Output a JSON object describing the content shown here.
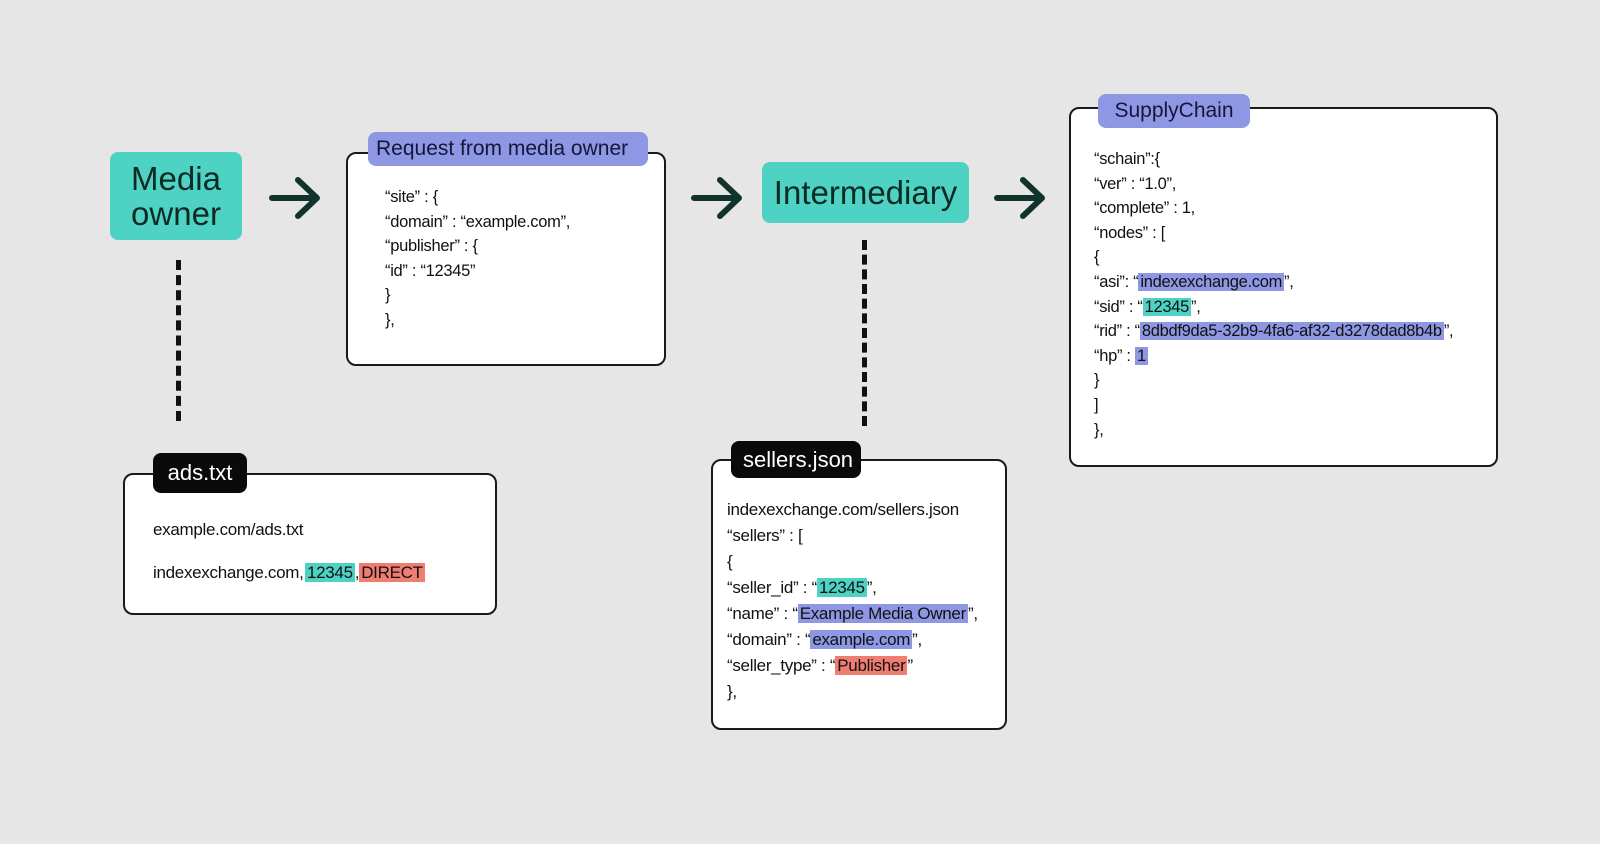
{
  "media_owner": {
    "line1": "Media",
    "line2": "owner"
  },
  "intermediary": {
    "label": "Intermediary"
  },
  "request": {
    "tag": "Request from media owner",
    "lines": [
      "“site” : {",
      "“domain” : “example.com”,",
      "“publisher” : {",
      "“id” : “12345”",
      "}",
      "},"
    ]
  },
  "ads_txt": {
    "tag": "ads.txt",
    "url": "example.com/ads.txt",
    "entry_domain": "indexexchange.com,",
    "entry_id": "12345",
    "entry_sep": ",",
    "entry_type": "DIRECT"
  },
  "sellers_json": {
    "tag": "sellers.json",
    "url": "indexexchange.com/sellers.json",
    "l1": "“sellers” : [",
    "l2": "{",
    "seller_id_key": "“seller_id” : “",
    "seller_id_val": "12345",
    "seller_id_end": "”,",
    "name_key": "“name” : “",
    "name_val": "Example Media Owner",
    "name_end": "”,",
    "domain_key": "“domain” : “",
    "domain_val": "example.com",
    "domain_end": "”,",
    "type_key": "“seller_type” : “",
    "type_val": "Publisher",
    "type_end": "”",
    "close": "},"
  },
  "supply_chain": {
    "tag": "SupplyChain",
    "l1": "“schain”:{",
    "l2": "“ver” : “1.0”,",
    "l3": "“complete” : 1,",
    "l4": "“nodes” : [",
    "l5": "{",
    "asi_key": "“asi”: “",
    "asi_val": "indexexchange.com",
    "asi_end": "”,",
    "sid_key": "“sid” : “",
    "sid_val": "12345",
    "sid_end": "”,",
    "rid_key": "“rid” : “",
    "rid_val": "8dbdf9da5-32b9-4fa6-af32-d3278dad8b4b",
    "rid_end": "”,",
    "hp_key": "“hp” : ",
    "hp_val": "1",
    "l10": "}",
    "l11": "]",
    "l12": "},"
  },
  "colors": {
    "teal": "#4ed2c3",
    "lavender": "#8e97e4",
    "red": "#f07d72",
    "background": "#e6e6e6"
  },
  "icons": [
    "arrow-right-icon"
  ]
}
